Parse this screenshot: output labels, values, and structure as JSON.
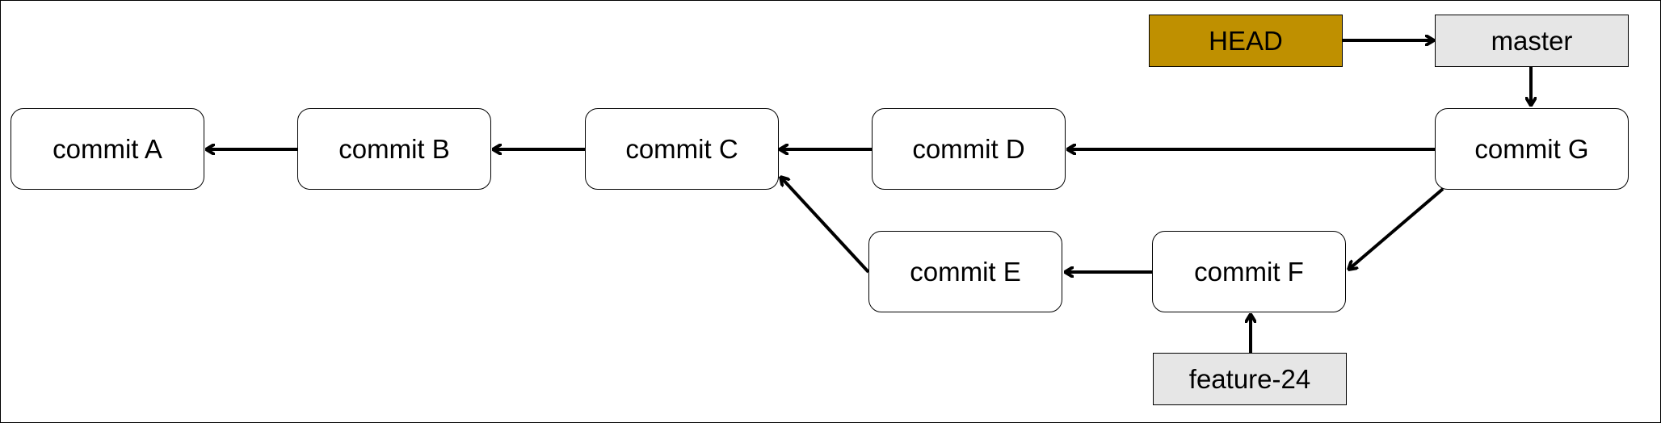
{
  "commits": {
    "a": "commit A",
    "b": "commit B",
    "c": "commit C",
    "d": "commit D",
    "e": "commit E",
    "f": "commit F",
    "g": "commit G"
  },
  "refs": {
    "head": "HEAD",
    "master": "master",
    "feature": "feature-24"
  },
  "colors": {
    "head_fill": "#bf9000",
    "branch_fill": "#e6e6e6",
    "commit_fill": "#ffffff",
    "stroke": "#000000"
  }
}
